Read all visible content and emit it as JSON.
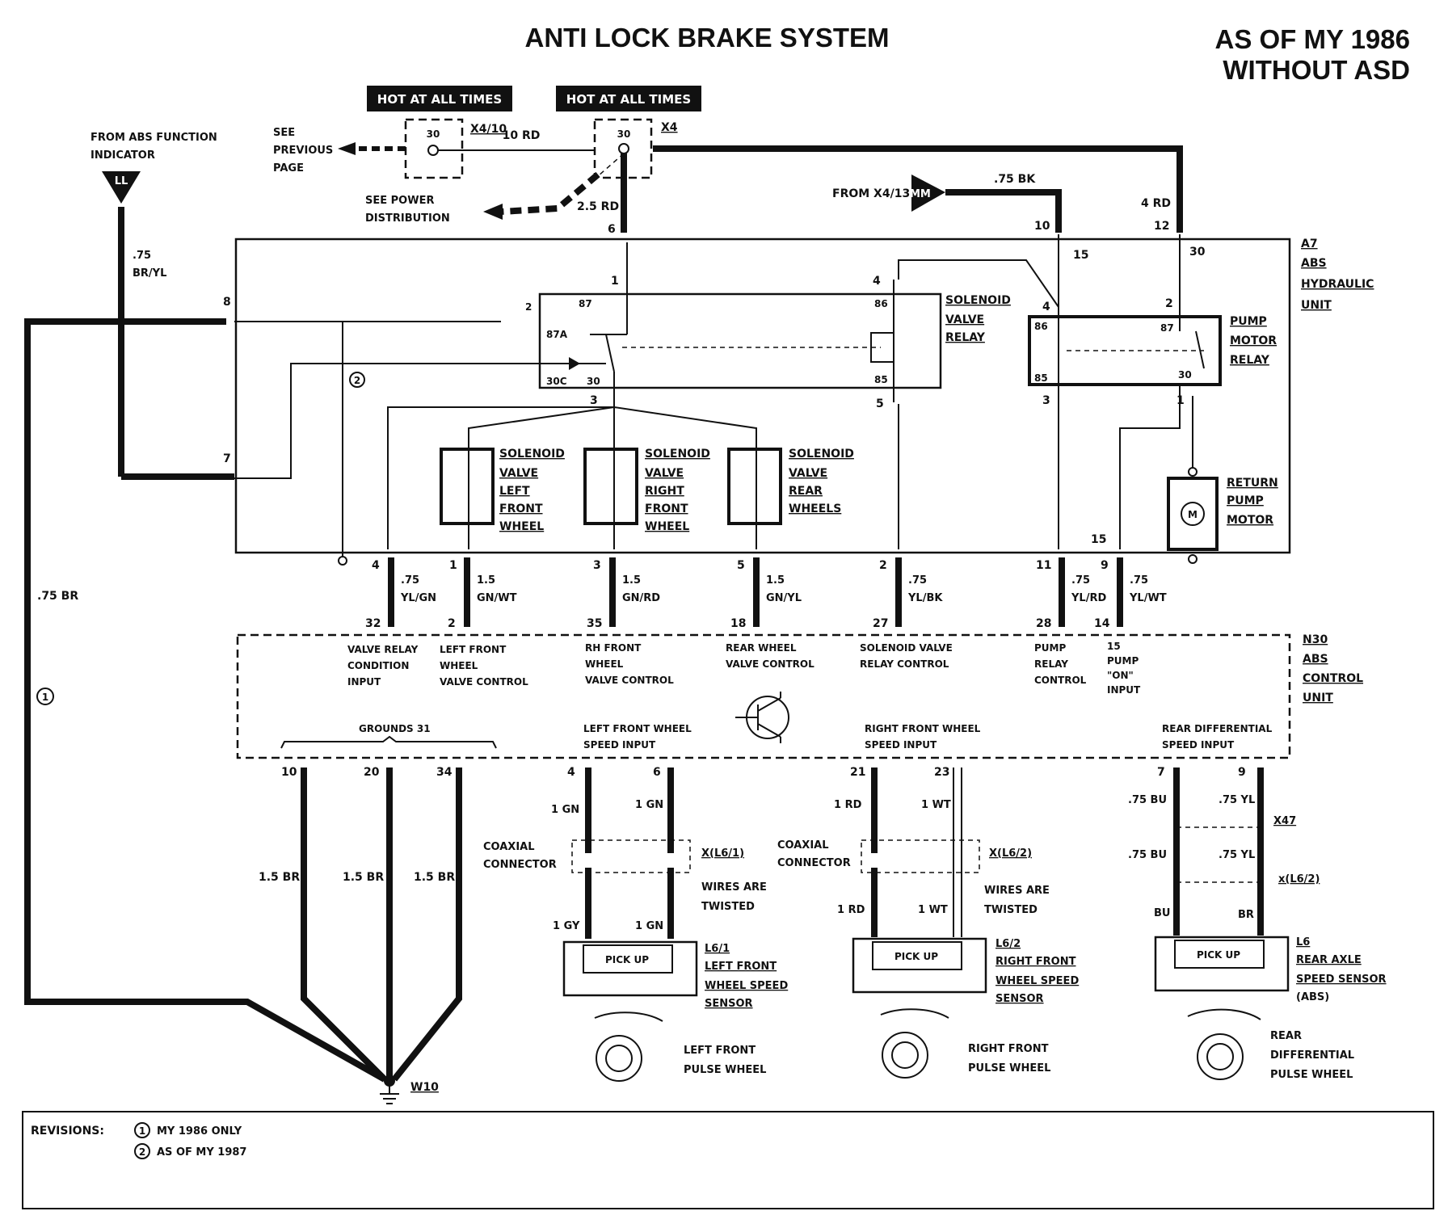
{
  "header": {
    "title": "ANTI LOCK BRAKE SYSTEM",
    "model_year": "AS OF MY 1986",
    "variant": "WITHOUT ASD"
  },
  "power": {
    "hot_label_1": "HOT AT ALL TIMES",
    "hot_label_2": "HOT AT ALL TIMES",
    "fuse_x410_pin": "30",
    "fuse_x410_label": "X4/10",
    "fuse_x4_pin": "30",
    "fuse_x4_label": "X4",
    "wire_10rd": "10 RD",
    "see_prev_1": "SEE",
    "see_prev_2": "PREVIOUS",
    "see_prev_3": "PAGE",
    "see_dist_1": "SEE POWER",
    "see_dist_2": "DISTRIBUTION",
    "wire_2_5rd": "2.5 RD",
    "wire_4rd": "4 RD",
    "from_x413": "FROM X4/13",
    "mm_label": "MM",
    "wire_075bk": ".75 BK"
  },
  "indicator": {
    "label_1": "FROM ABS FUNCTION",
    "label_2": "INDICATOR",
    "symbol": "LL",
    "wire_gauge": ".75",
    "wire_color": "BR/YL"
  },
  "ground": {
    "wire_075br": ".75 BR"
  },
  "a7": {
    "id": "A7",
    "name_1": "ABS",
    "name_2": "HYDRAULIC",
    "name_3": "UNIT",
    "pins": {
      "p6": "6",
      "p10": "10",
      "p12": "12",
      "p8": "8",
      "p7": "7",
      "p1": "1",
      "p3": "3",
      "p4": "4",
      "p5": "5",
      "p4b": "4",
      "p2": "2",
      "p3b": "3",
      "p1b": "1",
      "p15": "15",
      "p30": "30",
      "p15b": "15"
    }
  },
  "relays": {
    "svr_1": "SOLENOID",
    "svr_2": "VALVE",
    "svr_3": "RELAY",
    "svr_pin2": "2",
    "svr_87a": "87A",
    "svr_30c": "30C",
    "svr_30": "30",
    "svr_87": "87",
    "svr_86": "86",
    "svr_85": "85",
    "pmr_1": "PUMP",
    "pmr_2": "MOTOR",
    "pmr_3": "RELAY",
    "pmr_86": "86",
    "pmr_85": "85",
    "pmr_87": "87",
    "pmr_30": "30",
    "rpm_1": "RETURN",
    "rpm_2": "PUMP",
    "rpm_3": "MOTOR",
    "motor_symbol": "M"
  },
  "valves": {
    "lf_1": "SOLENOID",
    "lf_2": "VALVE",
    "lf_3": "LEFT",
    "lf_4": "FRONT",
    "lf_5": "WHEEL",
    "rf_1": "SOLENOID",
    "rf_2": "VALVE",
    "rf_3": "RIGHT",
    "rf_4": "FRONT",
    "rf_5": "WHEEL",
    "rw_1": "SOLENOID",
    "rw_2": "VALVE",
    "rw_3": "REAR",
    "rw_4": "WHEELS"
  },
  "harness": {
    "w1": {
      "top_pin": "4",
      "gauge": ".75",
      "color": "YL/GN",
      "bottom_pin": "32"
    },
    "w2": {
      "top_pin": "1",
      "gauge": "1.5",
      "color": "GN/WT",
      "bottom_pin": "2"
    },
    "w3": {
      "top_pin": "3",
      "gauge": "1.5",
      "color": "GN/RD",
      "bottom_pin": "35"
    },
    "w4": {
      "top_pin": "5",
      "gauge": "1.5",
      "color": "GN/YL",
      "bottom_pin": "18"
    },
    "w5": {
      "top_pin": "2",
      "gauge": ".75",
      "color": "YL/BK",
      "bottom_pin": "27"
    },
    "w6": {
      "top_pin": "11",
      "gauge": ".75",
      "color": "YL/RD",
      "bottom_pin": "28"
    },
    "w7": {
      "top_pin": "9",
      "gauge": ".75",
      "color": "YL/WT",
      "bottom_pin": "14"
    }
  },
  "n30": {
    "id": "N30",
    "name_1": "ABS",
    "name_2": "CONTROL",
    "name_3": "UNIT",
    "in1_1": "VALVE RELAY",
    "in1_2": "CONDITION",
    "in1_3": "INPUT",
    "in2_1": "LEFT FRONT",
    "in2_2": "WHEEL",
    "in2_3": "VALVE CONTROL",
    "in3_1": "RH FRONT",
    "in3_2": "WHEEL",
    "in3_3": "VALVE CONTROL",
    "in4_1": "REAR WHEEL",
    "in4_2": "VALVE CONTROL",
    "in5_1": "SOLENOID VALVE",
    "in5_2": "RELAY CONTROL",
    "in6_1": "PUMP",
    "in6_2": "RELAY",
    "in6_3": "CONTROL",
    "in7_1": "15",
    "in7_2": "PUMP",
    "in7_3": "\"ON\"",
    "in7_4": "INPUT",
    "grounds_label": "GROUNDS 31",
    "lf_speed_1": "LEFT FRONT WHEEL",
    "lf_speed_2": "SPEED INPUT",
    "rf_speed_1": "RIGHT FRONT WHEEL",
    "rf_speed_2": "SPEED INPUT",
    "rear_speed_1": "REAR DIFFERENTIAL",
    "rear_speed_2": "SPEED INPUT"
  },
  "grounds": {
    "p10": "10",
    "p20": "20",
    "p34": "34",
    "wire_1": "1.5 BR",
    "wire_2": "1.5 BR",
    "wire_3": "1.5 BR",
    "w10": "W10"
  },
  "sensors": {
    "pickup_label": "PICK UP",
    "lf": {
      "pin_a": "4",
      "pin_b": "6",
      "wire_a": "1 GN",
      "wire_b": "1 GN",
      "coax_1": "COAXIAL",
      "coax_2": "CONNECTOR",
      "conn": "X(L6/1)",
      "twisted_1": "WIRES ARE",
      "twisted_2": "TWISTED",
      "wire_c": "1 GY",
      "wire_d": "1 GN",
      "id": "L6/1",
      "name_1": "LEFT FRONT",
      "name_2": "WHEEL SPEED",
      "name_3": "SENSOR",
      "pulse_1": "LEFT FRONT",
      "pulse_2": "PULSE WHEEL"
    },
    "rf": {
      "pin_a": "21",
      "pin_b": "23",
      "wire_a": "1 RD",
      "wire_b": "1 WT",
      "coax_1": "COAXIAL",
      "coax_2": "CONNECTOR",
      "conn": "X(L6/2)",
      "twisted_1": "WIRES ARE",
      "twisted_2": "TWISTED",
      "wire_c": "1 RD",
      "wire_d": "1 WT",
      "id": "L6/2",
      "name_1": "RIGHT FRONT",
      "name_2": "WHEEL SPEED",
      "name_3": "SENSOR",
      "pulse_1": "RIGHT FRONT",
      "pulse_2": "PULSE WHEEL"
    },
    "ra": {
      "pin_a": "7",
      "pin_b": "9",
      "wire_a": ".75 BU",
      "wire_b": ".75 YL",
      "x47": "X47",
      "wire_c": ".75 BU",
      "wire_d": ".75 YL",
      "conn": "x(L6/2)",
      "wire_e": "BU",
      "wire_f": "BR",
      "id": "L6",
      "name_1": "REAR AXLE",
      "name_2": "SPEED SENSOR",
      "name_3": "(ABS)",
      "pulse_1": "REAR",
      "pulse_2": "DIFFERENTIAL",
      "pulse_3": "PULSE WHEEL"
    }
  },
  "revisions": {
    "heading": "REVISIONS:",
    "mark1": "1",
    "mark2": "2",
    "r1": "MY 1986 ONLY",
    "r2": "AS OF MY 1987"
  }
}
